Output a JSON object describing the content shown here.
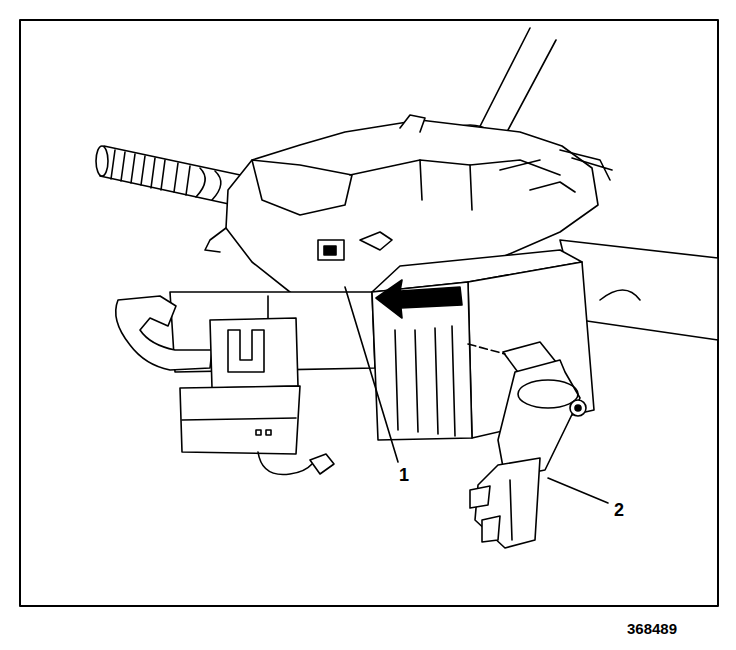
{
  "diagram": {
    "labels": [
      "1",
      "2",
      "368489"
    ]
  }
}
